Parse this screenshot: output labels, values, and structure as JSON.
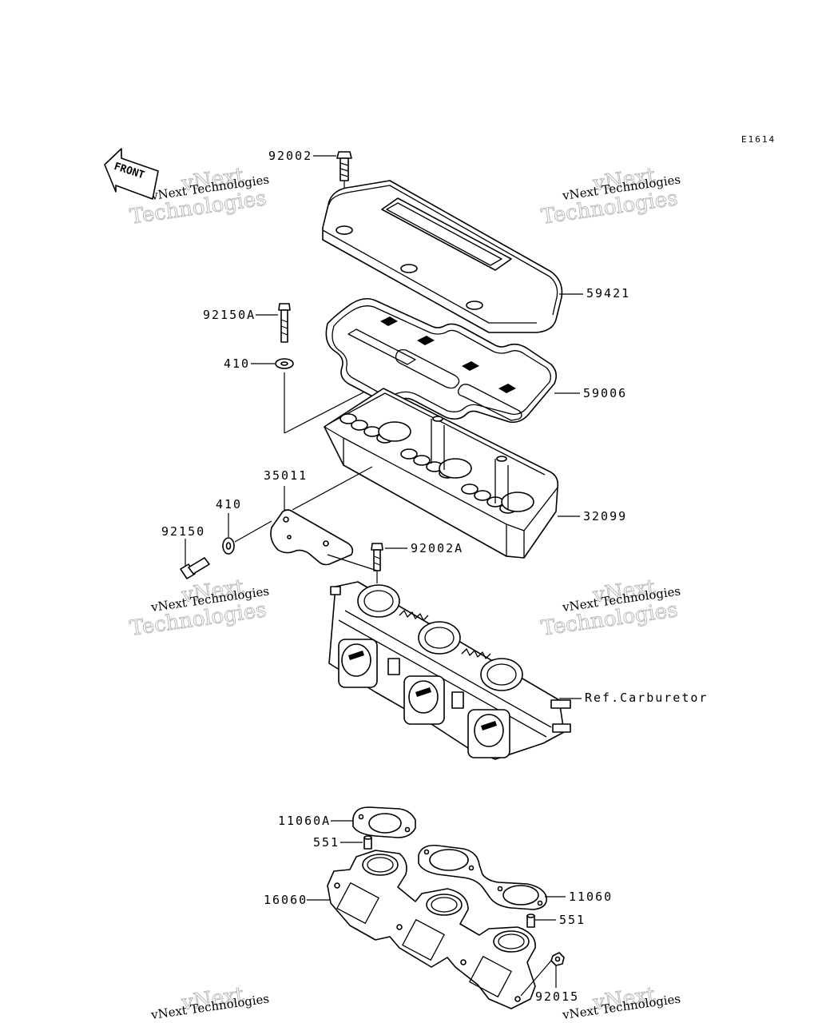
{
  "diagram_code": "E1614",
  "front_label": "FRONT",
  "watermark": {
    "line1": "vNext Technologies",
    "line2": "Technologies",
    "line3": "vNext"
  },
  "callouts": {
    "c92002": "92002",
    "c59421": "59421",
    "c92150A": "92150A",
    "c410a": "410",
    "c59006": "59006",
    "c35011": "35011",
    "c410b": "410",
    "c32099": "32099",
    "c92150": "92150",
    "c92002A": "92002A",
    "cRefCarb": "Ref.Carburetor",
    "c11060A": "11060A",
    "c551a": "551",
    "c16060": "16060",
    "c11060": "11060",
    "c551b": "551",
    "c92015": "92015"
  }
}
